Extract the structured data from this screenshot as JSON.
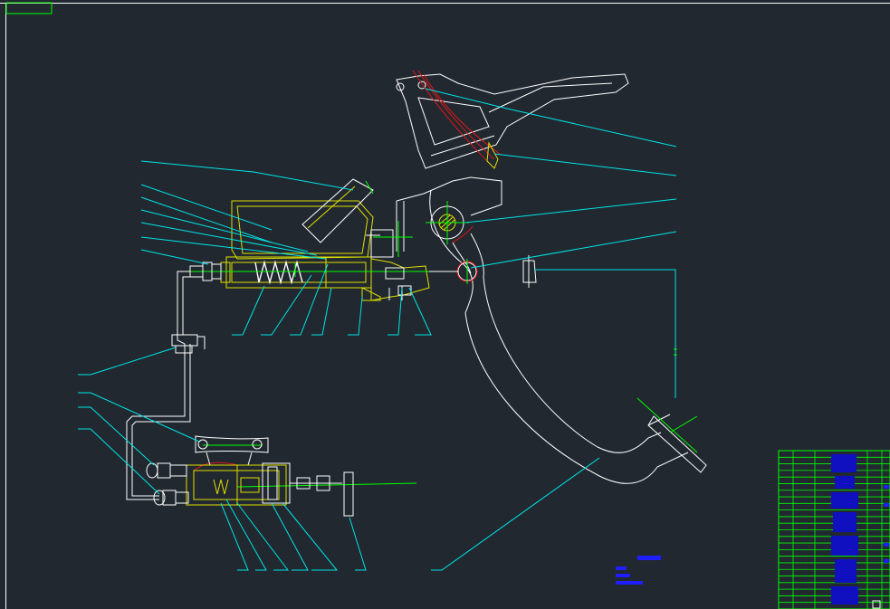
{
  "colors": {
    "background": "#212830",
    "outline": "#ffffff",
    "leader": "#00e5e5",
    "section": "#e0e000",
    "centerline": "#00ff00",
    "accent_red": "#e01818",
    "note_blue": "#1e1eff",
    "dark_blue": "#1010c0"
  },
  "icons": {
    "view_tab": "model-tab",
    "title_block": "title-block-table"
  },
  "note_lines": [
    "",
    "",
    "",
    ""
  ],
  "title_block": {
    "rows": 24,
    "left_column_text": "",
    "right_column_text": ""
  }
}
